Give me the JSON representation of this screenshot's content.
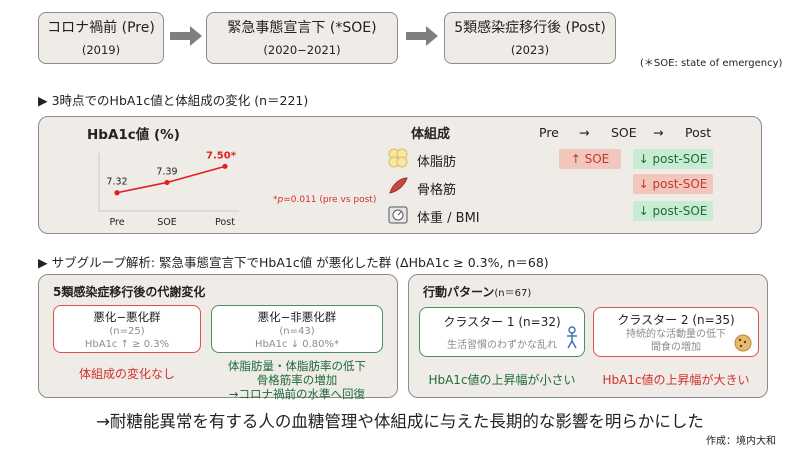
{
  "phases": [
    {
      "title": "コロナ禍前 (Pre)",
      "year": "(2019)"
    },
    {
      "title": "緊急事態宣言下 (*SOE)",
      "year": "(2020−2021)"
    },
    {
      "title": "5類感染症移行後 (Post)",
      "year": "(2023)"
    }
  ],
  "soe_note": "(＊SOE: state of emergency)",
  "section1_title": "▶ 3時点でのHbA1c値と体組成の変化 (n＝221)",
  "hba1c": {
    "title": "HbA1c値 (%)",
    "pvalue_prefix": "*",
    "pvalue_symbol": "p",
    "pvalue_rest": "=0.011 (pre vs post)"
  },
  "chart_data": {
    "type": "line",
    "title": "HbA1c値 (%)",
    "categories": [
      "Pre",
      "SOE",
      "Post"
    ],
    "values": [
      7.32,
      7.39,
      7.5
    ],
    "data_labels": [
      "7.32",
      "7.39",
      "7.50*"
    ],
    "highlight_index": 2,
    "line_color": "#e02020",
    "xlabel": "",
    "ylabel": "",
    "grid": false
  },
  "body_comp": {
    "title": "体組成",
    "items": [
      {
        "label": "体脂肪",
        "icon": "fat-cells-icon"
      },
      {
        "label": "骨格筋",
        "icon": "muscle-icon"
      },
      {
        "label": "体重 / BMI",
        "icon": "scale-icon"
      }
    ]
  },
  "timeline_header": {
    "pre": "Pre",
    "arrow1": "→",
    "soe": "SOE",
    "arrow2": "→",
    "post": "Post"
  },
  "changes": [
    {
      "soe": "↑ SOE",
      "post": "↓ post-SOE"
    },
    {
      "post": "↓ post-SOE"
    },
    {
      "post": "↓ post-SOE"
    }
  ],
  "section2_title": "▶ サブグループ解析: 緊急事態宣言下でHbA1c値 が悪化した群 (ΔHbA1c ≥ 0.3%, n＝68)",
  "metabolic": {
    "title": "5類感染症移行後の代謝変化",
    "groupA": {
      "name": "悪化−悪化群",
      "n": "(n=25)",
      "stat": "HbA1c ↑ ≥ 0.3%",
      "result": "体組成の変化なし"
    },
    "groupB": {
      "name": "悪化−非悪化群",
      "n": "(n=43)",
      "stat": "HbA1c ↓ 0.80%*",
      "result_lines": [
        "体脂肪量・体脂肪率の低下",
        "骨格筋率の増加",
        "→コロナ禍前の水準へ回復"
      ]
    }
  },
  "behavior": {
    "title": "行動パターン",
    "n": "(n＝67)",
    "cluster1": {
      "name": "クラスター 1 (n=32)",
      "desc": "生活習慣のわずかな乱れ",
      "result": "HbA1c値の上昇幅が小さい"
    },
    "cluster2": {
      "name": "クラスター 2 (n=35)",
      "desc_lines": [
        "持続的な活動量の低下",
        "間食の増加"
      ],
      "result": "HbA1c値の上昇幅が大きい"
    }
  },
  "conclusion": "→耐糖能異常を有する人の血糖管理や体組成に与えた長期的な影響を明らかにした",
  "credit": "作成：境内大和"
}
